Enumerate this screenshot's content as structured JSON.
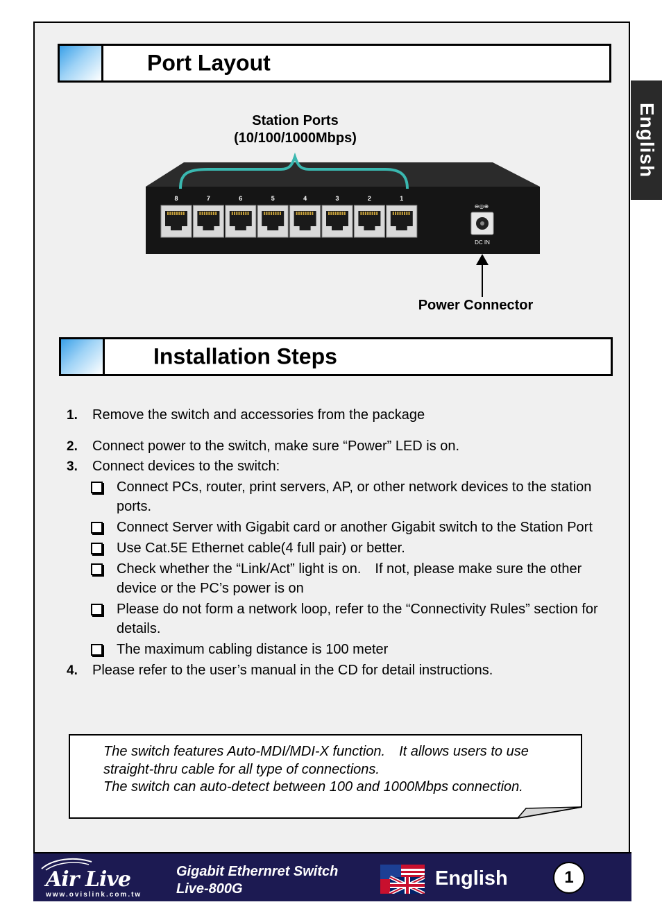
{
  "side_tab": {
    "label": "English"
  },
  "port_layout": {
    "title": "Port Layout",
    "station_ports_label": "Station Ports",
    "station_ports_speed": "(10/100/1000Mbps)",
    "port_numbers": [
      "8",
      "7",
      "6",
      "5",
      "4",
      "3",
      "2",
      "1"
    ],
    "dc_jack_label": "DC IN",
    "power_connector_label": "Power Connector"
  },
  "installation": {
    "title": "Installation Steps",
    "steps": [
      {
        "num": "1.",
        "text": "Remove the switch and accessories from the package"
      },
      {
        "num": "2.",
        "text": "Connect power to the switch, make sure “Power” LED is on."
      },
      {
        "num": "3.",
        "text": "Connect devices to the switch:"
      },
      {
        "num": "4.",
        "text": "Please refer to the user’s manual in the CD for detail instructions."
      }
    ],
    "sub_items": [
      "Connect PCs, router, print servers, AP, or other network devices to the station ports.",
      "Connect Server with Gigabit card or another Gigabit switch to the Station Port",
      "Use Cat.5E Ethernet cable(4 full pair) or better.",
      "Check whether the “Link/Act” light is on.　If not, please make sure the other device or the PC’s power is on",
      "Please do not form a network loop, refer to the “Connectivity Rules” section for details.",
      "The maximum cabling distance is 100 meter"
    ]
  },
  "note": {
    "line1": "The switch features Auto-MDI/MDI-X function.　It allows users to use straight-thru cable for all type of connections.",
    "line2": "The switch can auto-detect between 100 and 1000Mbps connection."
  },
  "footer": {
    "brand": "Air Live",
    "url": "www.ovislink.com.tw",
    "product_line1": "Gigabit Ethernret Switch",
    "product_line2": "Live-800G",
    "language": "English",
    "page_number": "1"
  },
  "colors": {
    "footer_bg": "#1c1a52",
    "bracket": "#3ab8b0",
    "switch_body": "#151515",
    "header_accent": "#3aa0e8"
  }
}
